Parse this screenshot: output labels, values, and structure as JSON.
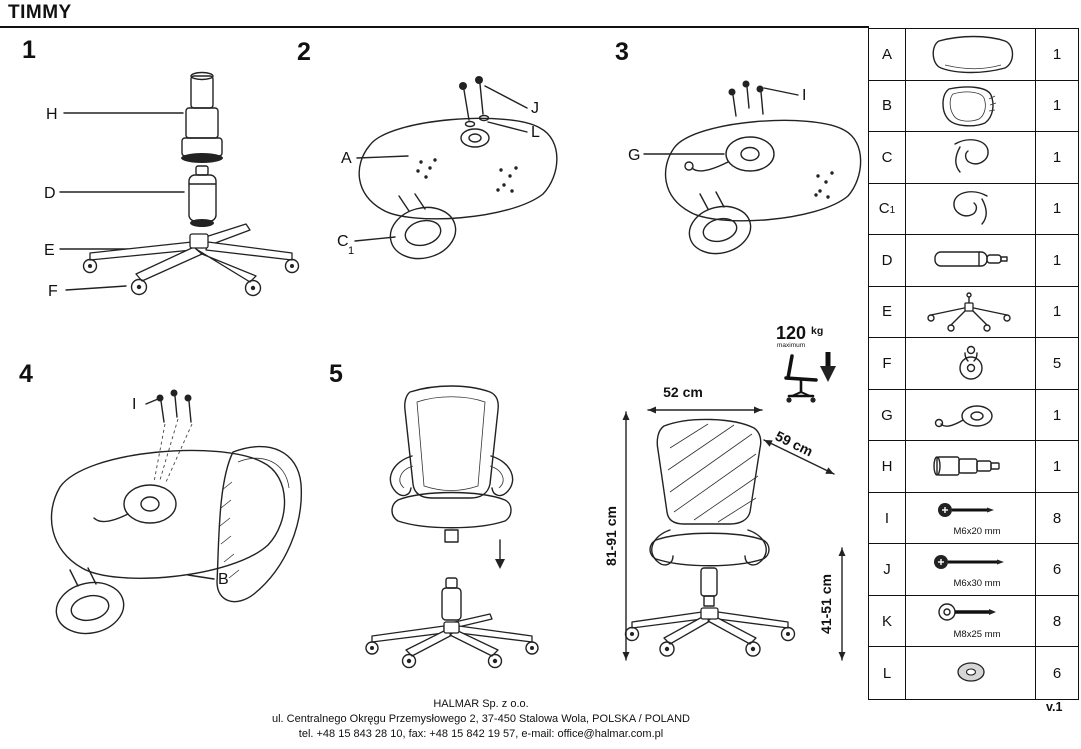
{
  "title": "TIMMY",
  "version": "v.1",
  "steps": {
    "s1": {
      "num": "1",
      "label_h": "H",
      "label_d": "D",
      "label_e": "E",
      "label_f": "F"
    },
    "s2": {
      "num": "2",
      "label_j": "J",
      "label_l": "L",
      "label_a": "A",
      "label_c": "C",
      "label_c_sub": "1"
    },
    "s3": {
      "num": "3",
      "label_i": "I",
      "label_g": "G"
    },
    "s4": {
      "num": "4",
      "label_i": "I",
      "label_b": "B"
    },
    "s5": {
      "num": "5"
    }
  },
  "dimensions": {
    "width": "52 cm",
    "depth": "59 cm",
    "height": "81-91 cm",
    "seat_height": "41-51 cm"
  },
  "max_load": {
    "value": "120",
    "unit": "kg",
    "note": "maximum"
  },
  "parts_table": {
    "rows": [
      {
        "letter": "A",
        "qty": "1"
      },
      {
        "letter": "B",
        "qty": "1"
      },
      {
        "letter": "C",
        "qty": "1"
      },
      {
        "letter": "C",
        "sub": "1",
        "qty": "1"
      },
      {
        "letter": "D",
        "qty": "1"
      },
      {
        "letter": "E",
        "qty": "1"
      },
      {
        "letter": "F",
        "qty": "5"
      },
      {
        "letter": "G",
        "qty": "1"
      },
      {
        "letter": "H",
        "qty": "1"
      },
      {
        "letter": "I",
        "size": "M6x20 mm",
        "qty": "8"
      },
      {
        "letter": "J",
        "size": "M6x30 mm",
        "qty": "6"
      },
      {
        "letter": "K",
        "size": "M8x25 mm",
        "qty": "8"
      },
      {
        "letter": "L",
        "qty": "6"
      }
    ]
  },
  "footer": {
    "line1": "HALMAR Sp. z o.o.",
    "line2": "ul. Centralnego Okręgu Przemysłowego 2, 37-450 Stalowa Wola, POLSKA / POLAND",
    "line3": "tel. +48 15 843 28 10, fax: +48 15 842 19 57, e-mail: office@halmar.com.pl"
  }
}
